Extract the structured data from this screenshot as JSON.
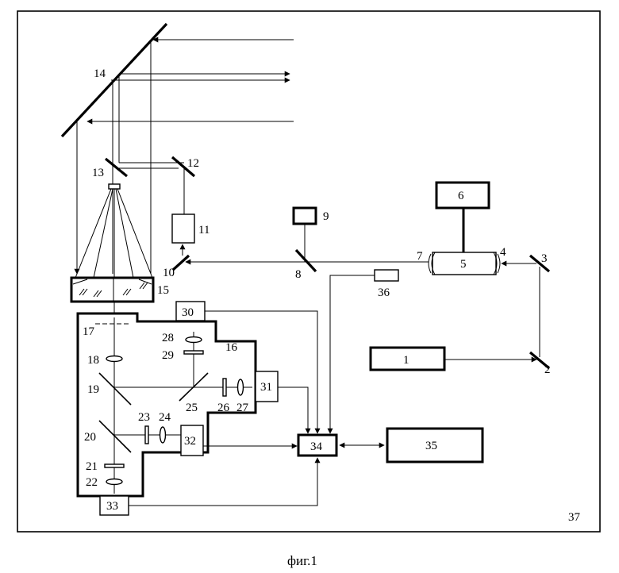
{
  "labels": {
    "n1": "1",
    "n2": "2",
    "n3": "3",
    "n4": "4",
    "n5": "5",
    "n6": "6",
    "n7": "7",
    "n8": "8",
    "n9": "9",
    "n10": "10",
    "n11": "11",
    "n12": "12",
    "n13": "13",
    "n14": "14",
    "n15": "15",
    "n16": "16",
    "n17": "17",
    "n18": "18",
    "n19": "19",
    "n20": "20",
    "n21": "21",
    "n22": "22",
    "n23": "23",
    "n24": "24",
    "n25": "25",
    "n26": "26",
    "n27": "27",
    "n28": "28",
    "n29": "29",
    "n30": "30",
    "n31": "31",
    "n32": "32",
    "n33": "33",
    "n34": "34",
    "n35": "35",
    "n36": "36",
    "n37": "37"
  },
  "caption": "фиг.1"
}
